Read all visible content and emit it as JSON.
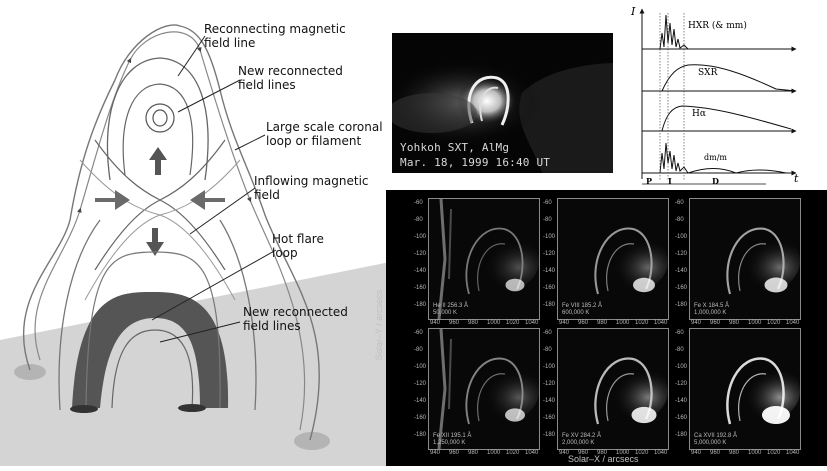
{
  "schematic": {
    "callouts": [
      {
        "id": "reconnecting",
        "lines": [
          "Reconnecting magnetic",
          "field line"
        ]
      },
      {
        "id": "new-top",
        "lines": [
          "New reconnected",
          "field lines"
        ]
      },
      {
        "id": "coronal-loop",
        "lines": [
          "Large scale coronal",
          "loop or filament"
        ]
      },
      {
        "id": "inflowing",
        "lines": [
          "Inflowing magnetic",
          "field"
        ]
      },
      {
        "id": "hot-flare",
        "lines": [
          "Hot flare",
          "loop"
        ]
      },
      {
        "id": "new-bottom",
        "lines": [
          "New reconnected",
          "field lines"
        ]
      }
    ]
  },
  "yohkoh": {
    "caption_line1": "Yohkoh SXT, AlMg",
    "caption_line2": "Mar. 18, 1999 16:40 UT"
  },
  "curves": {
    "y_axis": "I",
    "x_axis": "t",
    "traces": [
      "HXR  (& mm)",
      "SXR",
      "Hα",
      "dm/m"
    ],
    "phases": [
      "P",
      "I",
      "D"
    ]
  },
  "grid": {
    "y_axis_title": "Solar–Y / arcsecs",
    "x_axis_title": "Solar–X / arcsecs",
    "y_ticks": [
      "-60",
      "-80",
      "-100",
      "-120",
      "-140",
      "-160",
      "-180"
    ],
    "x_ticks": [
      "940",
      "960",
      "980",
      "1000",
      "1020",
      "1040"
    ],
    "panels": [
      {
        "line1": "He II 256.3 Å",
        "line2": "50,000 K"
      },
      {
        "line1": "Fe VIII 185.2 Å",
        "line2": "600,000 K"
      },
      {
        "line1": "Fe X 184.5 Å",
        "line2": "1,000,000 K"
      },
      {
        "line1": "Fe XII 195.1 Å",
        "line2": "1,250,000 K"
      },
      {
        "line1": "Fe XV 284.2 Å",
        "line2": "2,000,000 K"
      },
      {
        "line1": "Ca XVII 192.8 Å",
        "line2": "5,000,000 K"
      }
    ]
  }
}
